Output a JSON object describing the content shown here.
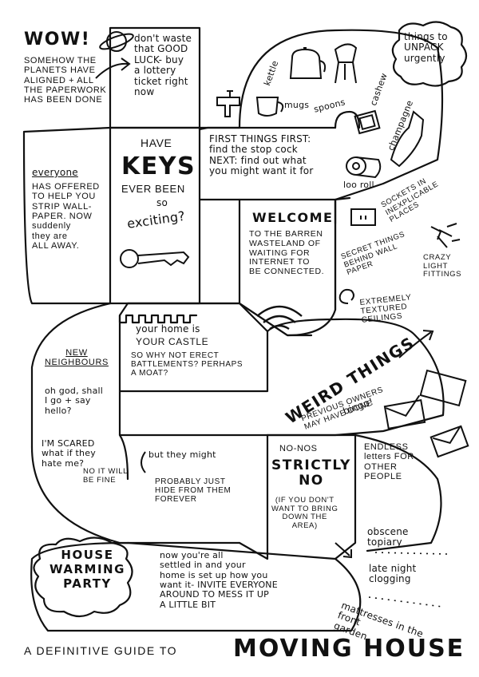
{
  "title": {
    "prefix": "A DEFINITIVE GUIDE TO",
    "main": "MOVING HOUSE"
  },
  "squares": {
    "wow_title": "WOW!",
    "wow_body": "SOMEHOW THE\nPLANETS HAVE\nALIGNED + ALL\nTHE PAPERWORK\nHAS BEEN DONE",
    "lottery": "don't waste\nthat GOOD\nLUCK- buy\na lottery\nticket right\nnow",
    "unpack_title": "things to\nUNPACK\nurgently",
    "unpack_items": [
      "kettle",
      "mugs",
      "spoons",
      "cashew",
      "champagne",
      "loo roll"
    ],
    "keys": {
      "have": "HAVE",
      "keys": "KEYS",
      "ever_been": "EVER BEEN",
      "so": "so",
      "exciting": "exciting?"
    },
    "stopcock": "FIRST THINGS FIRST:\nfind the stop cock\nNEXT: find out what\nyou might want it for",
    "everyone_title": "everyone",
    "everyone_body": "HAS OFFERED\nTO HELP YOU\nSTRIP WALL-\nPAPER. NOW\nsuddenly\nthey are\nALL AWAY.",
    "welcome_title": "WELCOME",
    "welcome_body": "TO THE BARREN\nWASTELAND OF\nWAITING FOR\nINTERNET TO\nBE CONNECTED.",
    "sockets": "SOCKETS IN\nINEXPLICABLE\nPLACES",
    "secret": "SECRET THINGS\nBEHIND WALL\nPAPER",
    "light": "CRAZY\nLIGHT\nFITTINGS",
    "ceilings": "EXTREMELY\nTEXTURED\nCEILINGS",
    "castle_line1": "your home is",
    "castle_line2": "YOUR CASTLE",
    "castle_body": "SO WHY NOT ERECT\nBATTLEMENTS? PERHAPS\nA MOAT?",
    "neighbours_title": "NEW\nNEIGHBOURS",
    "neighbours_q": "oh god, shall\nI go + say\nhello?",
    "scared": "I'M SCARED\nwhat if they\nhate me?",
    "fine": "NO IT WILL\nBE FINE",
    "might": "but they might",
    "hide": "PROBABLY JUST\nHIDE FROM THEM\nFOREVER",
    "weird_title": "WEIRD THINGS",
    "weird_sub": "PREVIOUS OWNERS\nMAY HAVE DONE",
    "bingo": "bingo!",
    "nonos": "NO-NOS",
    "strictly": "STRICTLY\nNO",
    "strictly_body": "(IF YOU DON'T\nWANT TO BRING\nDOWN THE\nAREA)",
    "letters": "ENDLESS\nletters FOR\nOTHER\nPEOPLE",
    "topiary": "obscene\ntopiary",
    "clogging": "late night\nclogging",
    "mattresses": "mattresses in the\nfront\ngarden",
    "party_title": "HOUSE\nWARMING\nPARTY",
    "party_body": "now you're all\nsettled in and your\nhome is set up how you\nwant it- INVITE EVERYONE\nAROUND TO MESS IT UP\nA LITTLE BIT"
  },
  "colors": {
    "ink": "#111111",
    "paper": "#ffffff"
  },
  "icons": [
    "planet-icon",
    "arrow-icon",
    "kettle-icon",
    "chair-icon",
    "mug-icon",
    "spoons-icon",
    "picture-frame-icon",
    "bottle-icon",
    "toilet-roll-icon",
    "key-icon",
    "tap-icon",
    "wifi-icon",
    "socket-icon",
    "light-fitting-icon",
    "spiral-icon",
    "envelopes-icon",
    "trophy-arrow-icon"
  ]
}
